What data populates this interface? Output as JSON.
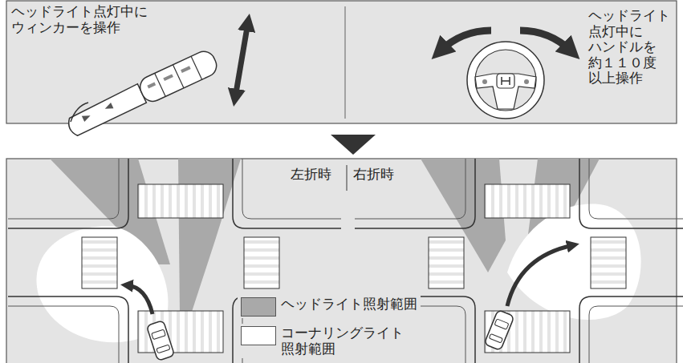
{
  "diagram": {
    "labels": [
      "ヘッドライト点灯中に ウィンカーを操作",
      "ヘッドライト 点灯中に ハンドルを 約１１０度 以上操作",
      "左折時",
      "右折時"
    ],
    "legend": [
      {
        "text": "ヘッドライト照射範囲",
        "color": "#a9a9a9"
      },
      {
        "text": "コーナリングライト 照射範囲",
        "color": "#ffffff"
      }
    ]
  }
}
